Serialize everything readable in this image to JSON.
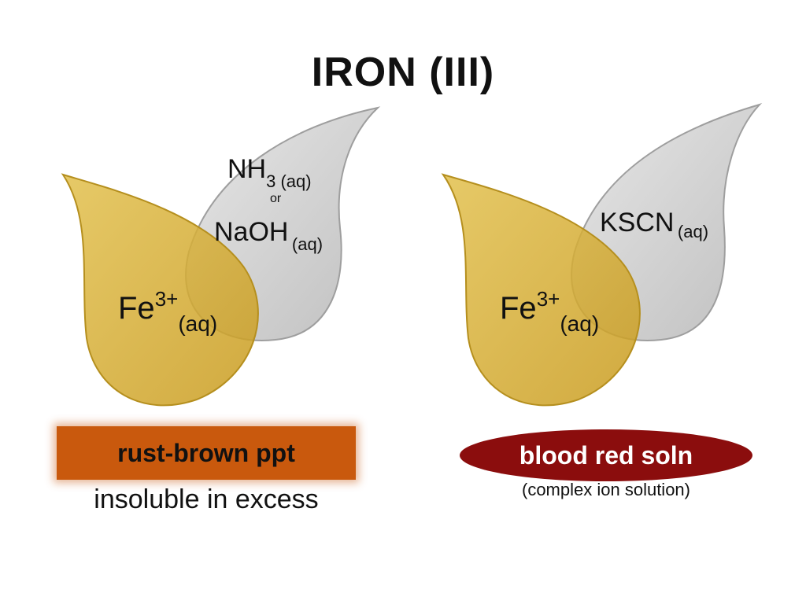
{
  "title": "IRON (III)",
  "colors": {
    "gold_leaf": "#d7b13a",
    "gray_leaf": "#c9c9c9",
    "rust": "#c9590d",
    "blood_red": "#8b0d0d"
  },
  "left": {
    "reagent_1_main": "NH",
    "reagent_1_sub": "3 (aq)",
    "reagent_or": "or",
    "reagent_2_main": "NaOH",
    "reagent_2_sub": "(aq)",
    "ion_main": "Fe",
    "ion_sup": "3+",
    "ion_sub": "(aq)",
    "result": "rust-brown ppt",
    "note": "insoluble in excess"
  },
  "right": {
    "reagent_main": "KSCN",
    "reagent_sub": "(aq)",
    "ion_main": "Fe",
    "ion_sup": "3+",
    "ion_sub": "(aq)",
    "result": "blood red soln",
    "note": "(complex ion solution)"
  }
}
